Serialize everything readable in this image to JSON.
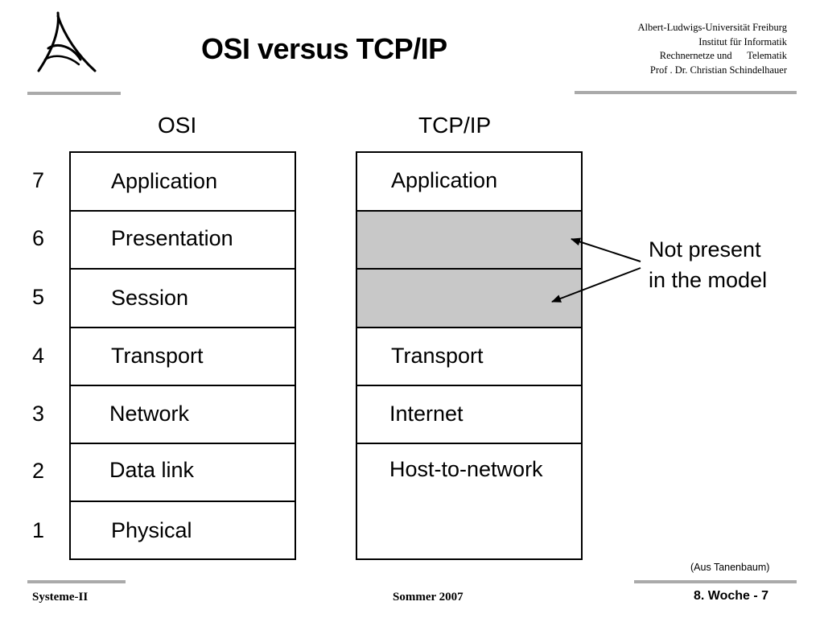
{
  "header": {
    "title": "OSI versus TCP/IP",
    "institution": [
      "Albert-Ludwigs-Universität Freiburg",
      "Institut für Informatik",
      "Rechnernetze und      Telematik",
      "Prof . Dr. Christian Schindelhauer"
    ]
  },
  "diagram": {
    "osi_title": "OSI",
    "tcpip_title": "TCP/IP",
    "layer_numbers": [
      "7",
      "6",
      "5",
      "4",
      "3",
      "2",
      "1"
    ],
    "osi_layers": [
      "Application",
      "Presentation",
      "Session",
      "Transport",
      "Network",
      "Data link",
      "Physical"
    ],
    "tcpip_layers": [
      "Application",
      "",
      "",
      "Transport",
      "Internet",
      "Host-to-network",
      ""
    ],
    "not_present_rows": [
      "6",
      "5"
    ],
    "annotation": [
      "Not present",
      "in the model"
    ],
    "shade_color": "#c8c8c8"
  },
  "credit": "(Aus Tanenbaum)",
  "footer": {
    "left": "Systeme-II",
    "center": "Sommer 2007",
    "right": "8. Woche - 7"
  }
}
